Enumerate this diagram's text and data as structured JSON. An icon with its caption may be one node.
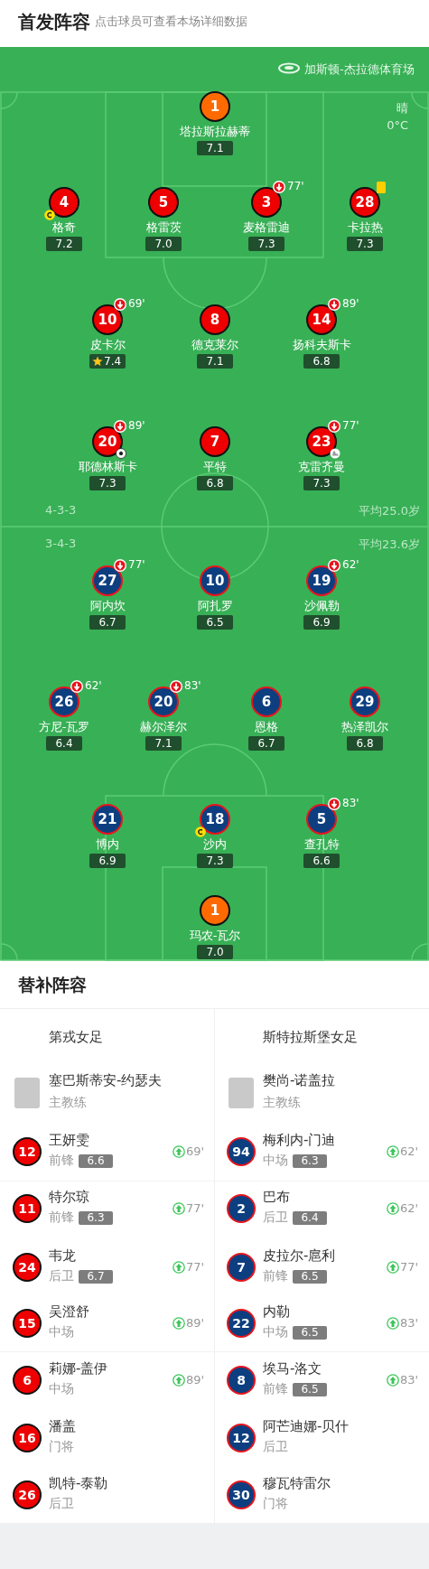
{
  "diagram": {
    "nodes": [
      {
        "text": [
          "1"
        ],
        "beside": [
          "塔拉斯拉赫蒂",
          "7.1"
        ]
      },
      {
        "text": [
          "4"
        ],
        "beside": [
          "格奇",
          "7.2"
        ]
      },
      {
        "text": [
          "5"
        ],
        "beside": [
          "格雷茨",
          "7.0"
        ]
      },
      {
        "text": [
          "3"
        ],
        "beside": [
          "麦格雷迪",
          "7.3",
          "77'"
        ]
      },
      {
        "text": [
          "28"
        ],
        "beside": [
          "卡拉热",
          "7.3"
        ]
      },
      {
        "text": [
          "10"
        ],
        "beside": [
          "皮卡尔",
          "7.4",
          "69'"
        ]
      },
      {
        "text": [
          "8"
        ],
        "beside": [
          "德克莱尔",
          "7.1"
        ]
      },
      {
        "text": [
          "14"
        ],
        "beside": [
          "扬科夫斯卡",
          "6.8",
          "89'"
        ]
      },
      {
        "text": [
          "20"
        ],
        "beside": [
          "耶德林斯卡",
          "7.3",
          "89'"
        ]
      },
      {
        "text": [
          "7"
        ],
        "beside": [
          "平特",
          "6.8"
        ]
      },
      {
        "text": [
          "23"
        ],
        "beside": [
          "克雷齐曼",
          "7.3",
          "77'"
        ]
      },
      {
        "text": [
          "27"
        ],
        "beside": [
          "阿内坎",
          "6.7",
          "77'"
        ]
      },
      {
        "text": [
          "10"
        ],
        "beside": [
          "阿扎罗",
          "6.5"
        ]
      },
      {
        "text": [
          "19"
        ],
        "beside": [
          "沙佩勒",
          "6.9",
          "62'"
        ]
      },
      {
        "text": [
          "26"
        ],
        "beside": [
          "方尼-瓦罗",
          "6.4",
          "62'"
        ]
      },
      {
        "text": [
          "20"
        ],
        "beside": [
          "赫尔泽尔",
          "7.1",
          "83'"
        ]
      },
      {
        "text": [
          "6"
        ],
        "beside": [
          "恩格",
          "6.7"
        ]
      },
      {
        "text": [
          "29"
        ],
        "beside": [
          "热泽凯尔",
          "6.8"
        ]
      },
      {
        "text": [
          "21"
        ],
        "beside": [
          "博内",
          "6.9"
        ]
      },
      {
        "text": [
          "18"
        ],
        "beside": [
          "沙内",
          "7.3"
        ]
      },
      {
        "text": [
          "5"
        ],
        "beside": [
          "查孔特",
          "6.6",
          "83'"
        ]
      },
      {
        "text": [
          "1"
        ],
        "beside": [
          "玛农-瓦尔",
          "7.0"
        ]
      },
      {
        "text": [
          "12"
        ],
        "beside": [
          "王妍雯",
          "前锋",
          "6.6"
        ]
      },
      {
        "text": [
          "94"
        ],
        "beside": [
          "梅利内-门迪",
          "中场",
          "6.3"
        ]
      },
      {
        "text": [
          "11"
        ],
        "beside": [
          "特尔琼",
          "前锋",
          "6.3"
        ]
      },
      {
        "text": [
          "2"
        ],
        "beside": [
          "巴布",
          "后卫",
          "6.4"
        ]
      },
      {
        "text": [
          "24"
        ],
        "beside": [
          "韦龙",
          "后卫",
          "6.7"
        ]
      },
      {
        "text": [
          "7"
        ],
        "beside": [
          "皮拉尔-扈利",
          "前锋",
          "6.5"
        ]
      },
      {
        "text": [
          "15"
        ],
        "beside": [
          "吴澄舒",
          "中场"
        ]
      },
      {
        "text": [
          "22"
        ],
        "beside": [
          "内勒",
          "中场",
          "6.5"
        ]
      },
      {
        "text": [
          "6"
        ],
        "beside": [
          "莉娜-盖伊",
          "中场"
        ]
      },
      {
        "text": [
          "8"
        ],
        "beside": [
          "埃马-洛文",
          "前锋",
          "6.5"
        ]
      },
      {
        "text": [
          "16"
        ],
        "beside": [
          "潘盖",
          "门将"
        ]
      },
      {
        "text": [
          "12"
        ],
        "beside": [
          "阿芒迪娜-贝什",
          "后卫"
        ]
      },
      {
        "text": [
          "26"
        ],
        "beside": [
          "凯特-泰勒",
          "后卫"
        ]
      },
      {
        "text": [
          "30"
        ],
        "beside": [
          "穆瓦特雷尔",
          "门将"
        ]
      }
    ],
    "labels": [
      "首发阵容",
      "点击球员可查看本场详细数据",
      "加斯顿-杰拉德体育场",
      "晴",
      "0°C",
      "4-3-3",
      "平均25.0岁",
      "3-4-3",
      "平均23.6岁",
      "替补阵容",
      "第戎女足",
      "斯特拉斯堡女足",
      "塞巴斯蒂安-约瑟夫",
      "主教练",
      "樊尚-诺盖拉",
      "主教练",
      "69'",
      "62'",
      "77'",
      "62'",
      "77'",
      "77'",
      "89'",
      "83'",
      "89'",
      "83'"
    ]
  }
}
